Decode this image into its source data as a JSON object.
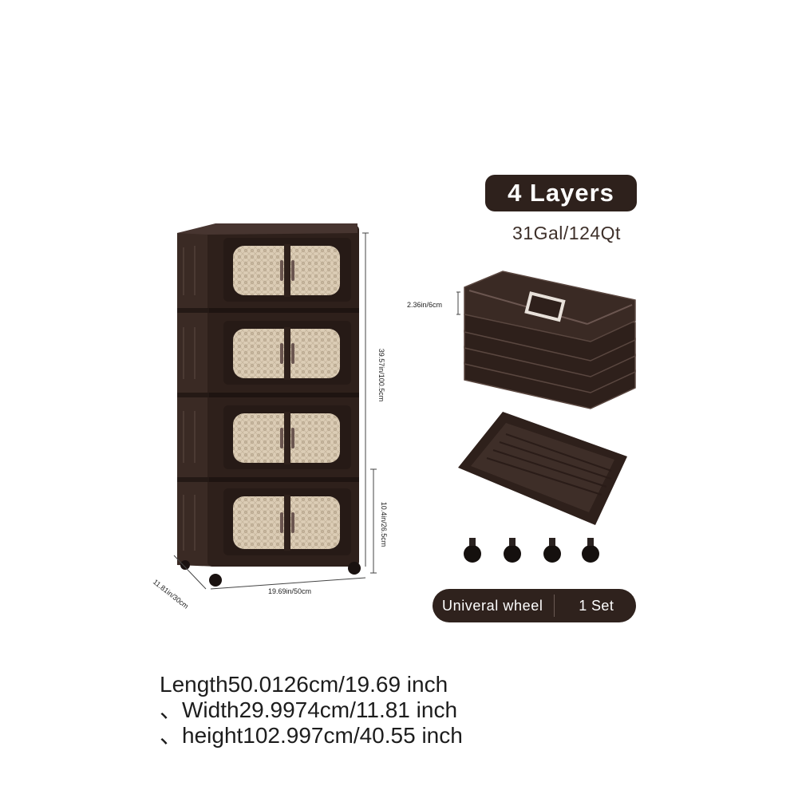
{
  "badge": {
    "layers": "4 Layers",
    "capacity": "31Gal/124Qt"
  },
  "dimensions": {
    "total_height": "39.57in/100.5cm",
    "layer_height": "10.4in/26.5cm",
    "width": "19.69in/50cm",
    "depth": "11.81in/30cm",
    "folded_height": "2.36in/6cm"
  },
  "accessory": {
    "label": "Univeral wheel",
    "quantity": "1 Set"
  },
  "specs": [
    "Length50.0126cm/19.69 inch",
    "、Width29.9974cm/11.81 inch",
    "、height102.997cm/40.55 inch"
  ],
  "colors": {
    "body": "#2e201b",
    "rattan": "#d8c9b2",
    "text": "#1d1d1d"
  }
}
